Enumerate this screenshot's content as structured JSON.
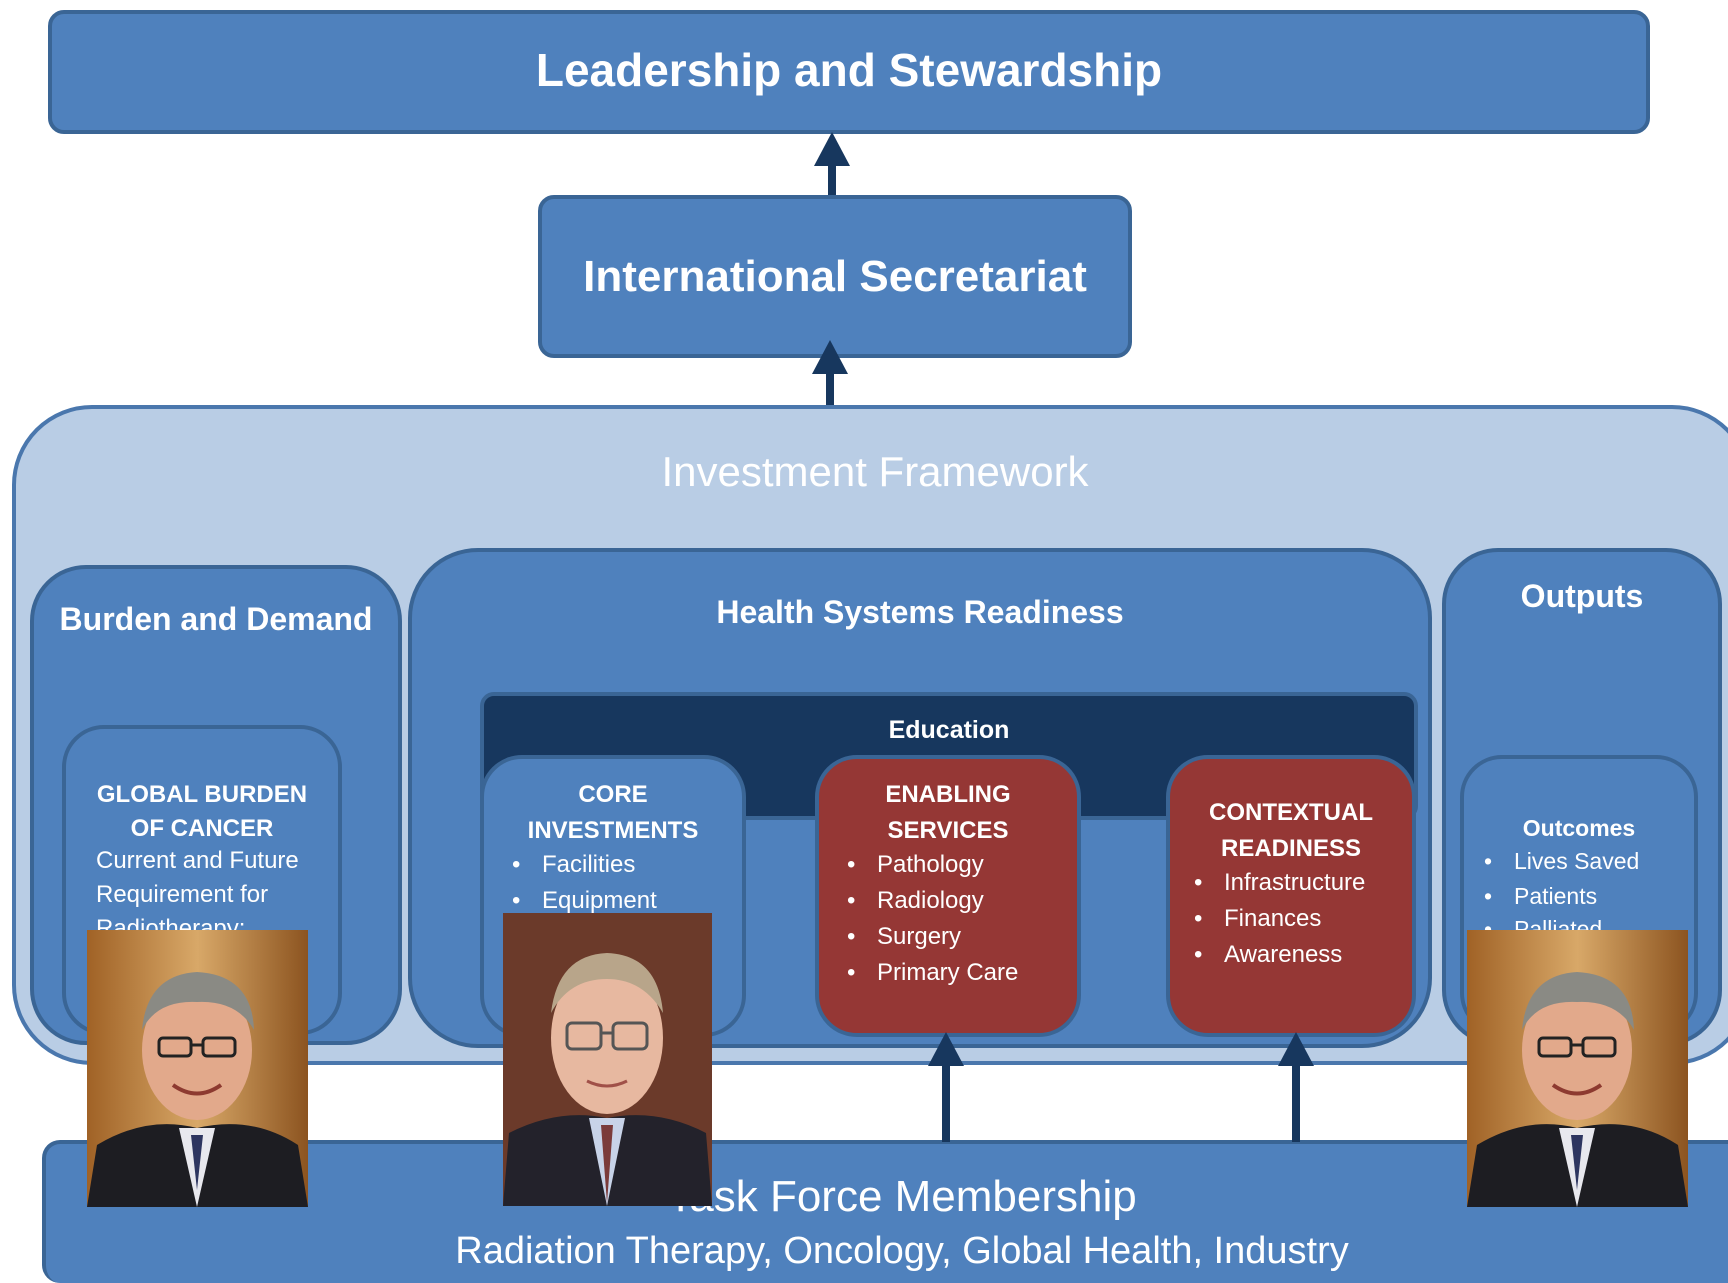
{
  "top": {
    "title": "Leadership and Stewardship"
  },
  "secretariat": {
    "title": "International Secretariat"
  },
  "framework": {
    "title": "Investment Framework",
    "burden": {
      "title": "Burden and Demand",
      "box_title_line1": "GLOBAL  BURDEN",
      "box_title_line2": "OF CANCER",
      "box_text_line1": "Current and Future",
      "box_text_line2": "Requirement for",
      "box_text_line3": "Radiotherapy:"
    },
    "health": {
      "title": "Health Systems Readiness",
      "education": "Education",
      "core": {
        "title_line1": "CORE",
        "title_line2": "INVESTMENTS",
        "items": [
          "Facilities",
          "Equipment"
        ]
      },
      "enabling": {
        "title_line1": "ENABLING",
        "title_line2": "SERVICES",
        "items": [
          "Pathology",
          "Radiology",
          "Surgery",
          "Primary Care"
        ]
      },
      "contextual": {
        "title_line1": "CONTEXTUAL",
        "title_line2": "READINESS",
        "items": [
          "Infrastructure",
          "Finances",
          "Awareness"
        ]
      }
    },
    "outputs": {
      "title": "Outputs",
      "box_title": "Outcomes",
      "items": [
        "Lives Saved",
        "Patients",
        "Palliated"
      ]
    }
  },
  "membership": {
    "title": "Task Force Membership",
    "subtitle": "Radiation Therapy, Oncology, Global Health, Industry"
  },
  "colors": {
    "blue": "#4f81bd",
    "blue_dark_border": "#3a6595",
    "light_blue": "#b9cde5",
    "navy": "#1f3864",
    "red": "#953735"
  },
  "photos": [
    "portrait-man-glasses-smiling",
    "portrait-man-glasses-dark-suit",
    "portrait-man-glasses-smiling"
  ]
}
